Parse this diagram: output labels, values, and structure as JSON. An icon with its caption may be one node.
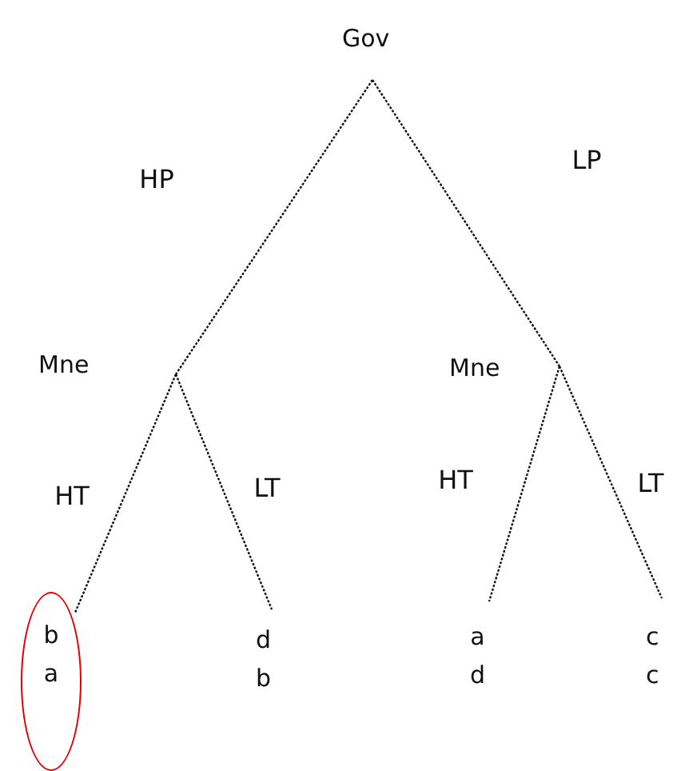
{
  "diagram": {
    "nodes": [
      {
        "text": [
          "Gov"
        ]
      },
      {
        "text": [
          "Mne"
        ]
      },
      {
        "text": [
          "Mne"
        ]
      },
      {
        "text": [
          "b",
          "a"
        ]
      },
      {
        "text": [
          "d",
          "b"
        ]
      },
      {
        "text": [
          "a",
          "d"
        ]
      },
      {
        "text": [
          "c",
          "c"
        ]
      }
    ],
    "edges": [
      {
        "from": 0,
        "to": 1,
        "arrow": "none",
        "label": "HP"
      },
      {
        "from": 0,
        "to": 2,
        "arrow": "none",
        "label": "LP"
      },
      {
        "from": 1,
        "to": 3,
        "arrow": "none",
        "label": "HT"
      },
      {
        "from": 1,
        "to": 4,
        "arrow": "none",
        "label": "LT"
      },
      {
        "from": 2,
        "to": 5,
        "arrow": "none",
        "label": "HT"
      },
      {
        "from": 2,
        "to": 6,
        "arrow": "none",
        "label": "LT"
      }
    ]
  }
}
